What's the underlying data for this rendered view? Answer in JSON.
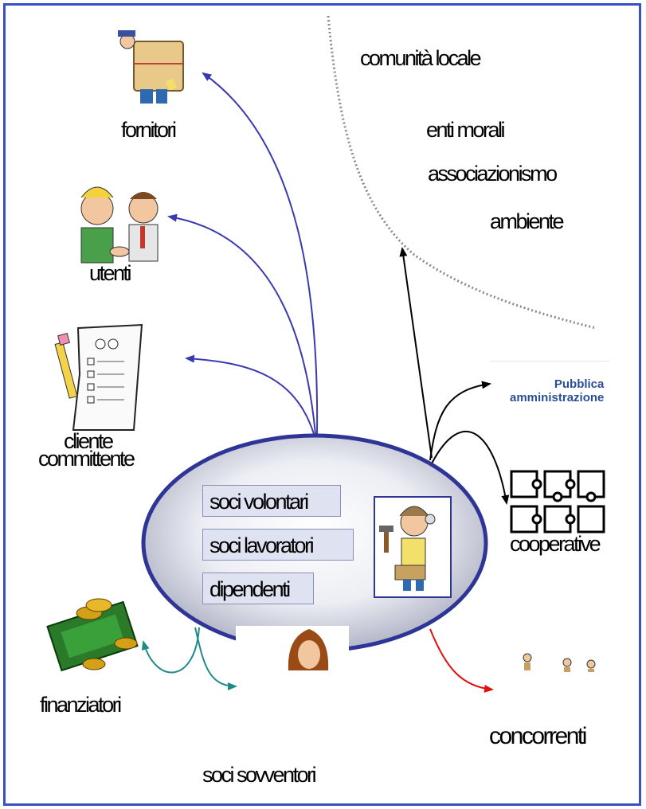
{
  "colors": {
    "frame": "#3a4fc4",
    "ellipse_border": "#2f3596",
    "ellipse_fill_center": "#ffffff",
    "ellipse_fill_edge": "#a6a9bd",
    "arrow_blue": "#3a3ab0",
    "arrow_black": "#000000",
    "arrow_teal": "#1f8a8a",
    "arrow_red": "#e01010",
    "boundary_dotted": "#8a8a8a",
    "pa_text": "#2a4f96"
  },
  "labels": {
    "fornitori": "fornitori",
    "utenti": "utenti",
    "cliente": "cliente",
    "committente": "committente",
    "finanziatori": "finanziatori",
    "soci_sovventori": "soci sovventori",
    "concorrenti": "concorrenti",
    "cooperative": "cooperative",
    "comunita_locale": "comunità locale",
    "enti_morali": "enti morali",
    "associazionismo": "associazionismo",
    "ambiente": "ambiente",
    "pubblica": "Pubblica",
    "amministrazione": "amministrazione"
  },
  "roles": {
    "soci_volontari": "soci volontari",
    "soci_lavoratori": "soci lavoratori",
    "dipendenti": "dipendenti"
  },
  "images": {
    "delivery_man": "delivery-man-clipart",
    "handshake": "handshake-clipart",
    "checklist": "checklist-clipart",
    "worker": "worker-labor-clipart",
    "money": "money-coins-clipart",
    "woman": "woman-clipart",
    "puzzle": "puzzle-pieces-clipart",
    "people": "small-people-clipart"
  }
}
